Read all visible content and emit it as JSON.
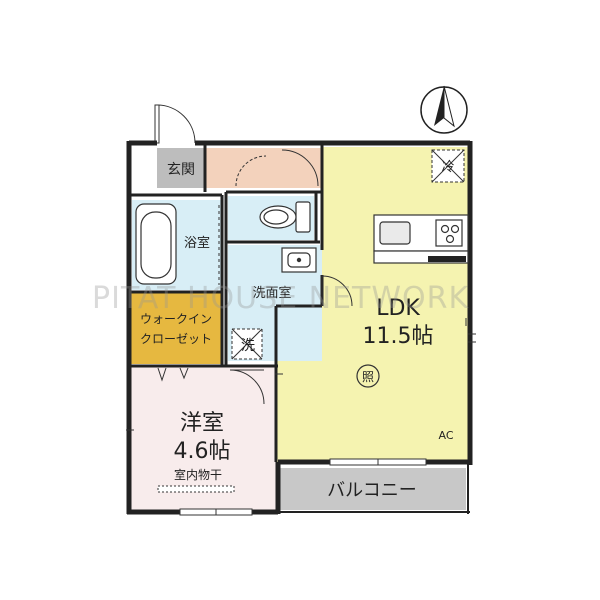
{
  "colors": {
    "wall": "#222222",
    "ldk_floor": "#f5f3b0",
    "bedroom_floor": "#f8ecec",
    "closet_floor": "#e6b840",
    "bath_floor": "#d8eef6",
    "entrance_floor": "#bdbdbd",
    "hall_floor": "#f3d2bc",
    "balcony_floor": "#c8c8c8"
  },
  "rooms": {
    "entrance": "玄関",
    "bathroom": "浴室",
    "washroom": "洗面室",
    "walk_in_closet_line1": "ウォークイン",
    "walk_in_closet_line2": "クローゼット",
    "washer_mark": "洗",
    "ldk_name": "LDK",
    "ldk_size": "11.5帖",
    "light_mark": "照",
    "ac_mark": "AC",
    "fridge_mark": "冷",
    "bedroom_name": "洋室",
    "bedroom_size": "4.6帖",
    "indoor_drying": "室内物干",
    "balcony": "バルコニー"
  },
  "watermark": "PITAT HOUSE NETWORK",
  "compass_icon": "north-arrow-icon"
}
